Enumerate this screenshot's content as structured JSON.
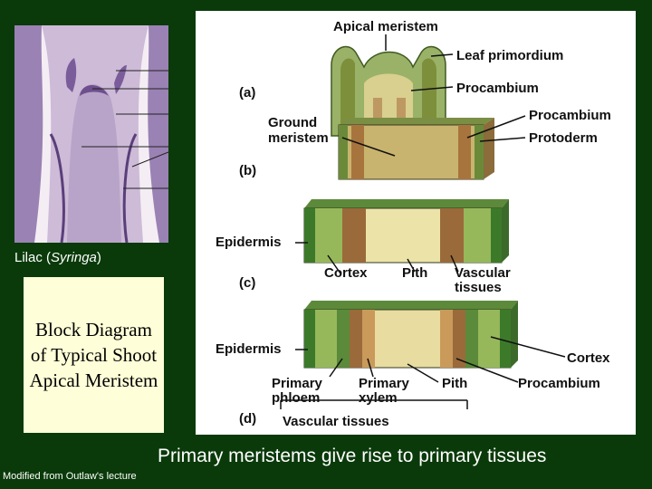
{
  "micrograph": {
    "caption_prefix": "Lilac (",
    "caption_genus": "Syringa",
    "caption_suffix": ")"
  },
  "block_title": "Block Diagram of Typical Shoot Apical Meristem",
  "diagram": {
    "panels": [
      "(a)",
      "(b)",
      "(c)",
      "(d)"
    ],
    "labels": {
      "apical_meristem": "Apical meristem",
      "leaf_primordium": "Leaf primordium",
      "procambium_a": "Procambium",
      "ground_meristem_1": "Ground",
      "ground_meristem_2": "meristem",
      "procambium_b": "Procambium",
      "protoderm": "Protoderm",
      "epidermis_c": "Epidermis",
      "cortex_c": "Cortex",
      "pith_c": "Pith",
      "vascular_1": "Vascular",
      "vascular_2": "tissues",
      "epidermis_d": "Epidermis",
      "cortex_d": "Cortex",
      "primary_phloem_1": "Primary",
      "primary_phloem_2": "phloem",
      "primary_xylem_1": "Primary",
      "primary_xylem_2": "xylem",
      "pith_d": "Pith",
      "procambium_d": "Procambium",
      "vascular_tissues_d": "Vascular tissues"
    }
  },
  "statement": "Primary meristems give rise to primary tissues",
  "credit": "Modified from Outlaw's lecture"
}
